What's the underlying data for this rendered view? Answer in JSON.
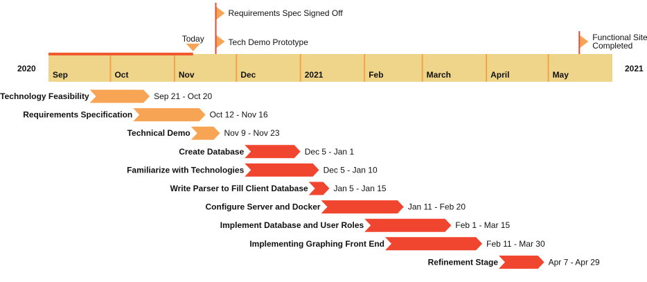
{
  "chart_data": {
    "type": "gantt",
    "title": "",
    "year_start_label": "2020",
    "year_end_label": "2021",
    "months": [
      {
        "label": "Sep",
        "start": "2020-09-01"
      },
      {
        "label": "Oct",
        "start": "2020-10-01"
      },
      {
        "label": "Nov",
        "start": "2020-11-01"
      },
      {
        "label": "Dec",
        "start": "2020-12-01"
      },
      {
        "label": "2021",
        "start": "2021-01-01"
      },
      {
        "label": "Feb",
        "start": "2021-02-01"
      },
      {
        "label": "March",
        "start": "2021-03-01"
      },
      {
        "label": "April",
        "start": "2021-04-01"
      },
      {
        "label": "May",
        "start": "2021-05-01"
      }
    ],
    "axis_range": [
      "2020-09-01",
      "2021-06-01"
    ],
    "today": {
      "label": "Today",
      "date": "2020-11-10"
    },
    "progress_until": "2020-11-10",
    "milestones": [
      {
        "label": "Requirements Spec Signed Off",
        "date": "2020-11-21"
      },
      {
        "label": "Tech Demo Prototype",
        "date": "2020-11-21"
      },
      {
        "label": "Functional Site Completed",
        "date": "2021-05-16"
      }
    ],
    "tasks": [
      {
        "name": "Technology Feasibility",
        "range_label": "Sep 21 - Oct 20",
        "start": "2020-09-21",
        "end": "2020-10-20",
        "color": "#f8a455"
      },
      {
        "name": "Requirements Specification",
        "range_label": "Oct 12 - Nov 16",
        "start": "2020-10-12",
        "end": "2020-11-16",
        "color": "#f8a455"
      },
      {
        "name": "Technical Demo",
        "range_label": "Nov 9 - Nov 23",
        "start": "2020-11-09",
        "end": "2020-11-23",
        "color": "#f8a455"
      },
      {
        "name": "Create Database",
        "range_label": "Dec 5 - Jan 1",
        "start": "2020-12-05",
        "end": "2021-01-01",
        "color": "#f0452f"
      },
      {
        "name": "Familiarize with Technologies",
        "range_label": "Dec 5 - Jan 10",
        "start": "2020-12-05",
        "end": "2021-01-10",
        "color": "#f0452f"
      },
      {
        "name": "Write Parser to Fill Client Database",
        "range_label": "Jan 5 - Jan 15",
        "start": "2021-01-05",
        "end": "2021-01-15",
        "color": "#f0452f"
      },
      {
        "name": "Configure Server and Docker",
        "range_label": "Jan 11 - Feb 20",
        "start": "2021-01-11",
        "end": "2021-02-20",
        "color": "#f0452f"
      },
      {
        "name": "Implement Database and User Roles",
        "range_label": "Feb 1 - Mar 15",
        "start": "2021-02-01",
        "end": "2021-03-15",
        "color": "#f0452f"
      },
      {
        "name": "Implementing Graphing Front End",
        "range_label": "Feb 11 - Mar 30",
        "start": "2021-02-11",
        "end": "2021-03-30",
        "color": "#f0452f"
      },
      {
        "name": "Refinement Stage",
        "range_label": "Apr 7 - Apr 29",
        "start": "2021-04-07",
        "end": "2021-04-29",
        "color": "#f0452f"
      }
    ],
    "colors": {
      "timeline_band": "#eed58a",
      "timeline_divider": "#f2a44a",
      "progress_line": "#f05a2f",
      "milestone_flag": "#f8a455",
      "milestone_pole": "#f0452f",
      "today_marker": "#f8a455"
    }
  }
}
